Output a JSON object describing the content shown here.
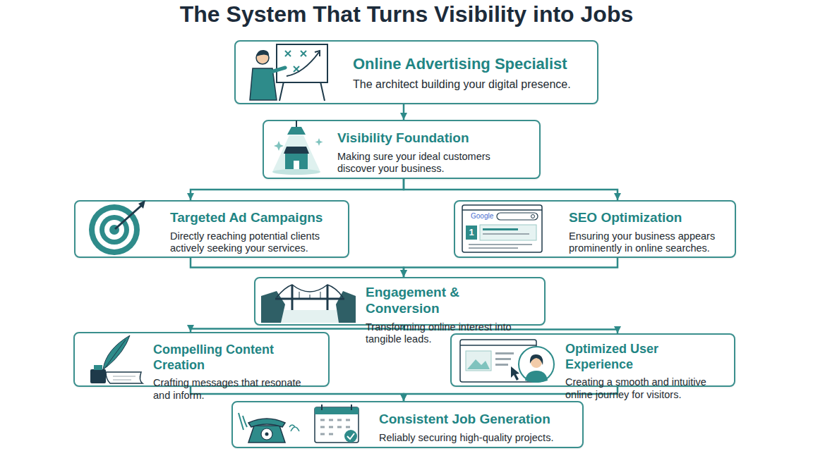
{
  "diagram": {
    "title": "The System That Turns Visibility into Jobs",
    "nodes": [
      {
        "text": [
          "Online Advertising Specialist",
          "The architect building your digital presence."
        ]
      },
      {
        "text": [
          "Visibility Foundation",
          "Making sure your ideal customers discover your business."
        ]
      },
      {
        "text": [
          "Targeted Ad Campaigns",
          "Directly reaching potential clients actively seeking your services."
        ]
      },
      {
        "text": [
          "SEO Optimization",
          "Ensuring your business appears prominently in online searches."
        ]
      },
      {
        "text": [
          "Engagement & Conversion",
          "Transforming online interest into tangible leads."
        ]
      },
      {
        "text": [
          "Compelling Content Creation",
          "Crafting messages that resonate and inform."
        ]
      },
      {
        "text": [
          "Optimized User Experience",
          "Creating a smooth and intuitive online journey for visitors."
        ]
      },
      {
        "text": [
          "Consistent Job Generation",
          "Reliably securing high-quality projects."
        ]
      }
    ],
    "edges": [
      {
        "from": 0,
        "to": 1,
        "arrow": "to"
      },
      {
        "from": 1,
        "to": 2,
        "arrow": "to"
      },
      {
        "from": 1,
        "to": 3,
        "arrow": "to"
      },
      {
        "from": 2,
        "to": 4,
        "arrow": "to"
      },
      {
        "from": 3,
        "to": 4,
        "arrow": "to"
      },
      {
        "from": 4,
        "to": 5,
        "arrow": "to"
      },
      {
        "from": 4,
        "to": 6,
        "arrow": "to"
      },
      {
        "from": 5,
        "to": 7,
        "arrow": "to"
      },
      {
        "from": 6,
        "to": 7,
        "arrow": "to"
      }
    ],
    "labels": [
      "Google",
      "1"
    ]
  }
}
